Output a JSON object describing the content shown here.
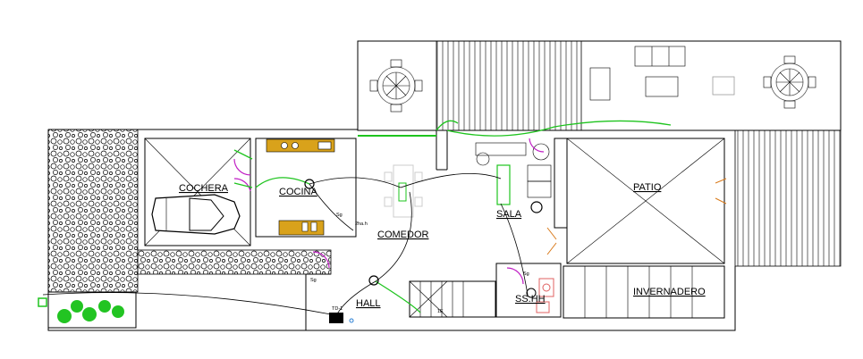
{
  "rooms": {
    "cochera": "COCHERA",
    "cocina": "COCINA",
    "comedor": "COMEDOR",
    "sala": "SALA",
    "patio": "PATIO",
    "hall": "HALL",
    "invernadero": "INVERNADERO",
    "ssh": "SS.HH"
  },
  "annotations": {
    "sg_cocina": "Sg",
    "height_note": "2ha.h",
    "sg_hall": "Sg",
    "panel": "TD-1",
    "stair_mark": "1E",
    "sg_ssh": "Sg"
  },
  "colors": {
    "wiring": "#1ec41e",
    "door_swing": "#c01ec4",
    "counter": "#d9a21b",
    "fixture": "#2a7fd4",
    "plant": "#22c422"
  }
}
